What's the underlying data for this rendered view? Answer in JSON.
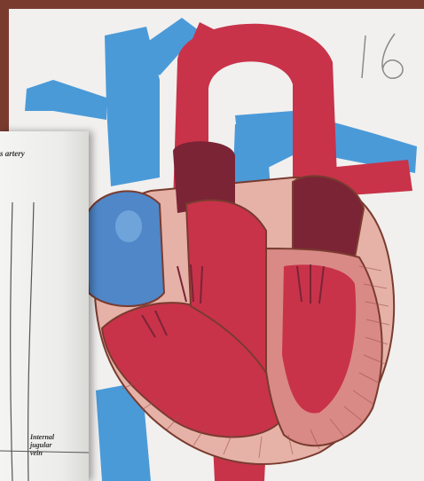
{
  "scene": {
    "subject": "heart-cross-section",
    "colors": {
      "frame": "#7a3b2f",
      "poster": "#f1f0ee",
      "vein_blue": "#4b9ad8",
      "artery_red": "#c8334a",
      "muscle_pink": "#d98a86",
      "chamber_dark": "#7a2436"
    }
  },
  "handwriting": {
    "text": "16"
  },
  "side_page": {
    "heading": "s artery",
    "label_line1": "Internal",
    "label_line2": "jugular",
    "label_line3": "vein"
  }
}
